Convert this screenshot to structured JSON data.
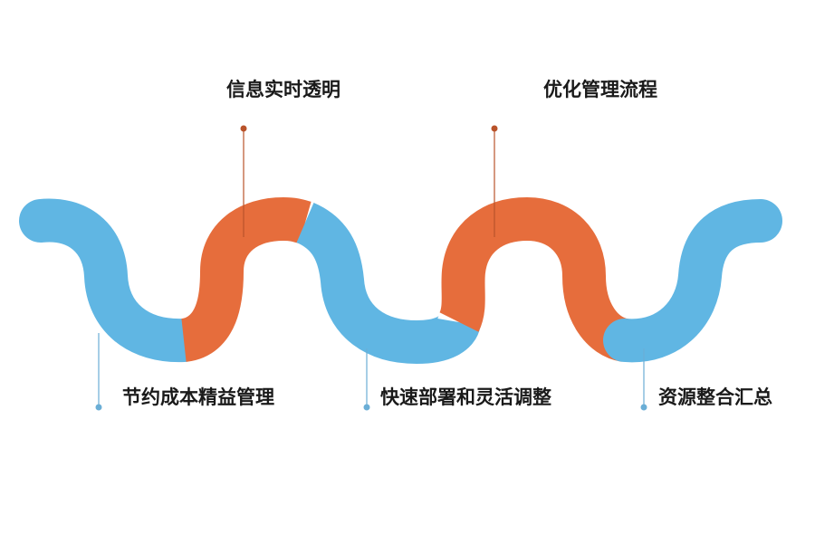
{
  "colors": {
    "blue": "#60b6e3",
    "orange": "#e66d3c",
    "leader_blue": "#6aaed6",
    "leader_orange": "#b9532a"
  },
  "top_items": [
    {
      "label": "信息实时透明",
      "color": "orange"
    },
    {
      "label": "优化管理流程",
      "color": "orange"
    }
  ],
  "bottom_items": [
    {
      "label": "节约成本精益管理",
      "color": "blue"
    },
    {
      "label": "快速部署和灵活调整",
      "color": "blue"
    },
    {
      "label": "资源整合汇总",
      "color": "blue"
    }
  ]
}
